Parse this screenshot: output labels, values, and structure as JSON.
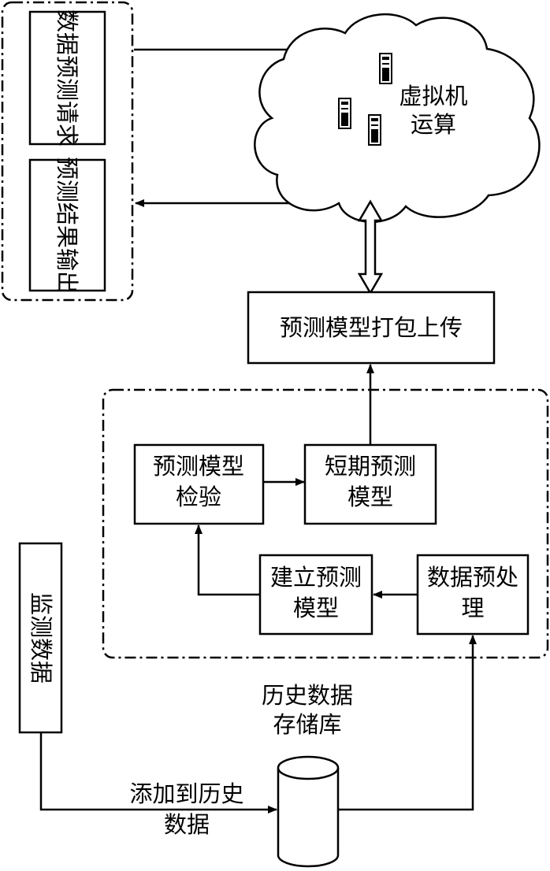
{
  "request_group": {
    "request_label": "数据预测请求",
    "output_label": "预测结果输出"
  },
  "cloud": {
    "line1": "虚拟机",
    "line2": "运算",
    "icon": "server-icon"
  },
  "upload_box": {
    "label": "预测模型打包上传"
  },
  "model_group": {
    "validate_line1": "预测模型",
    "validate_line2": "检验",
    "short_term_line1": "短期预测",
    "short_term_line2": "模型",
    "build_line1": "建立预测",
    "build_line2": "模型",
    "preprocess_line1": "数据预处",
    "preprocess_line2": "理"
  },
  "monitor_box": {
    "label": "监测数据"
  },
  "database": {
    "line1": "历史数据",
    "line2": "存储库"
  },
  "add_label": {
    "line1": "添加到历史",
    "line2": "数据"
  }
}
